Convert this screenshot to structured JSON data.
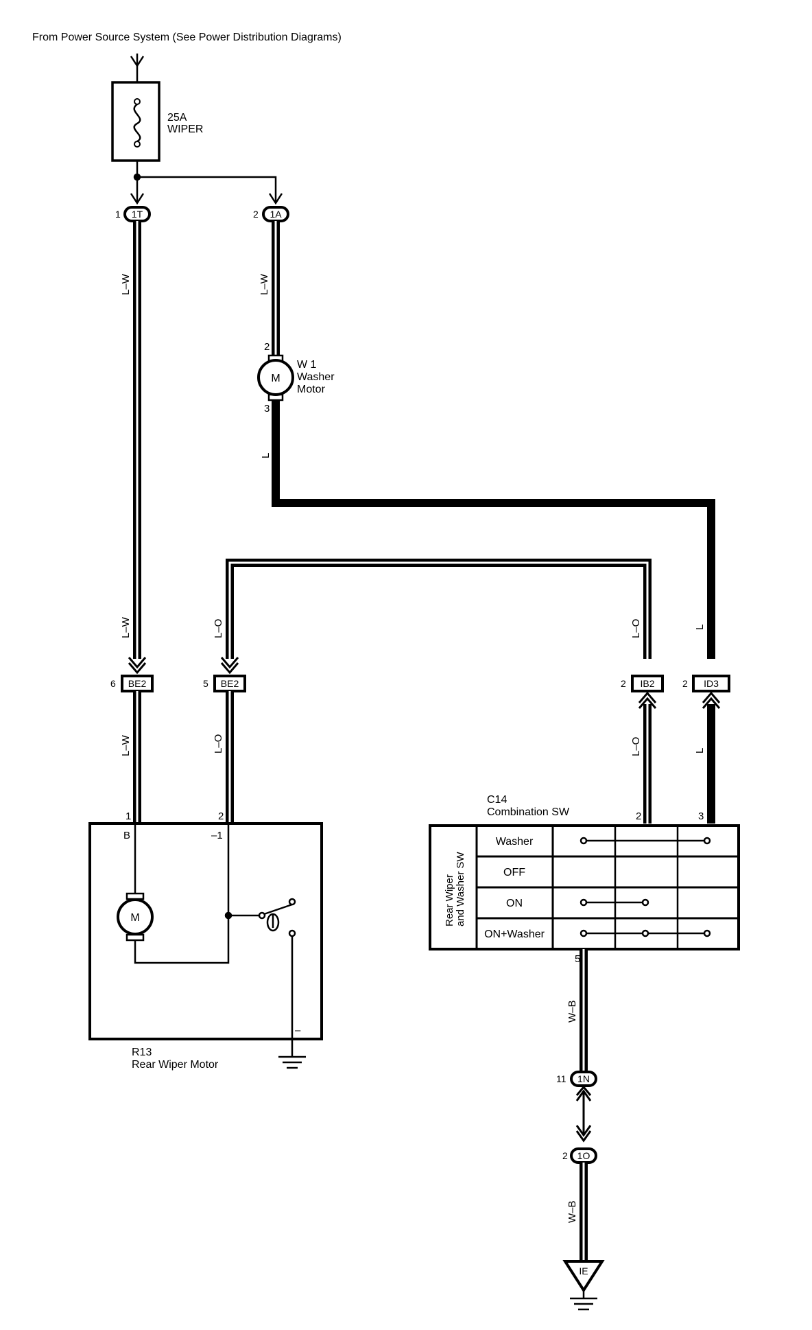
{
  "diagram": {
    "power_source": "From Power Source System (See Power Distribution Diagrams)",
    "fuse": {
      "rating": "25A",
      "name": "WIPER"
    },
    "connectors": {
      "c1T": {
        "pin": "1",
        "id": "1T"
      },
      "c1A": {
        "pin": "2",
        "id": "1A"
      },
      "cBE2a": {
        "pin": "6",
        "id": "BE2"
      },
      "cBE2b": {
        "pin": "5",
        "id": "BE2"
      },
      "cIB2": {
        "pin": "2",
        "id": "IB2"
      },
      "cID3": {
        "pin": "2",
        "id": "ID3"
      },
      "c1N": {
        "pin": "11",
        "id": "1N"
      },
      "c1O": {
        "pin": "2",
        "id": "1O"
      }
    },
    "washer_motor": {
      "code": "W 1",
      "name_line1": "Washer",
      "name_line2": "Motor",
      "symbol": "M",
      "pin_top": "2",
      "pin_bottom": "3"
    },
    "rear_wiper_motor": {
      "code": "R13",
      "name": "Rear Wiper Motor",
      "symbol": "M",
      "pin1": "1",
      "pin2": "2",
      "term_b": "B",
      "term_1": "–1",
      "term_ground": "–"
    },
    "combination_sw": {
      "code": "C14",
      "name": "Combination SW",
      "side_label_line1": "Rear Wiper",
      "side_label_line2": "and Washer SW",
      "pin2": "2",
      "pin3": "3",
      "pin5": "5",
      "positions": [
        "Washer",
        "OFF",
        "ON",
        "ON+Washer"
      ]
    },
    "wire_colors": {
      "lw": "L–W",
      "lo": "L–O",
      "l": "L",
      "wb": "W–B"
    },
    "ground_point": "IE"
  }
}
